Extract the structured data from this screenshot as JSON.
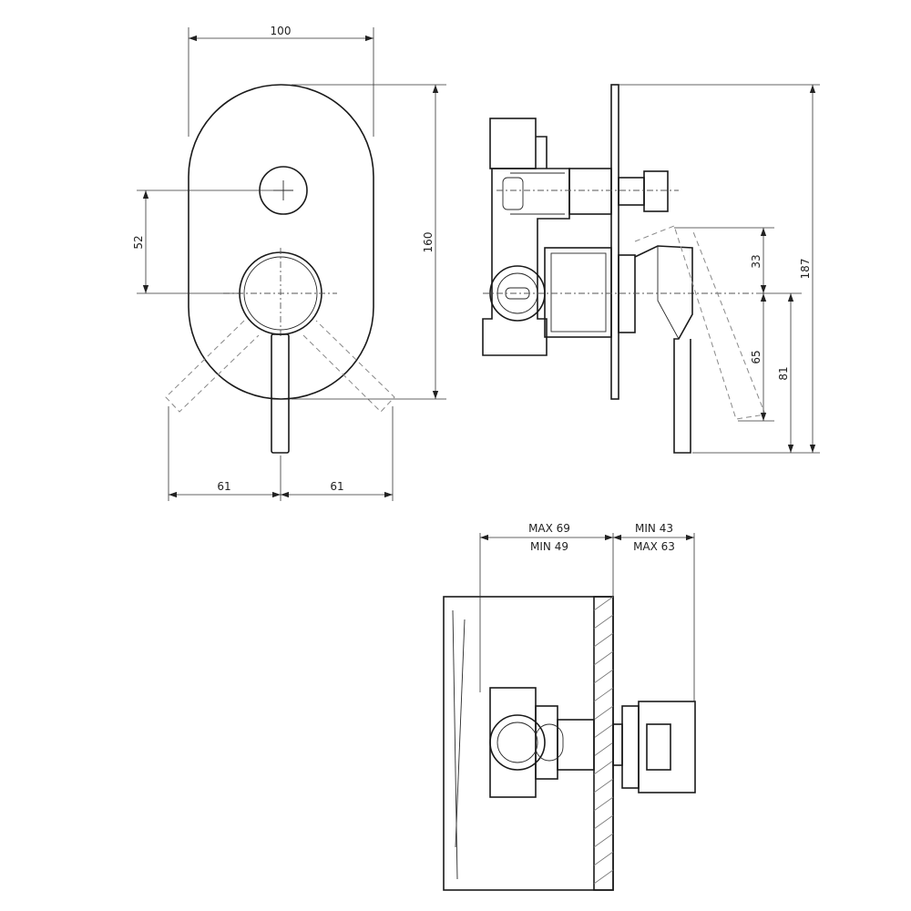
{
  "colors": {
    "line": "#1a1a1a",
    "dimension": "#333333",
    "ghost": "#888888",
    "background": "#ffffff"
  },
  "front_view": {
    "dims": {
      "width": "100",
      "height": "160",
      "diverter_offset": "52",
      "lever_left": "61",
      "lever_right": "61"
    }
  },
  "side_view": {
    "dims": {
      "total_height": "187",
      "upper": "33",
      "lower": "65",
      "to_lever_end": "81"
    }
  },
  "install_view": {
    "dims": {
      "depth_max": "MAX 69",
      "depth_min": "MIN 49",
      "projection_min": "MIN 43",
      "projection_max": "MAX 63"
    }
  }
}
